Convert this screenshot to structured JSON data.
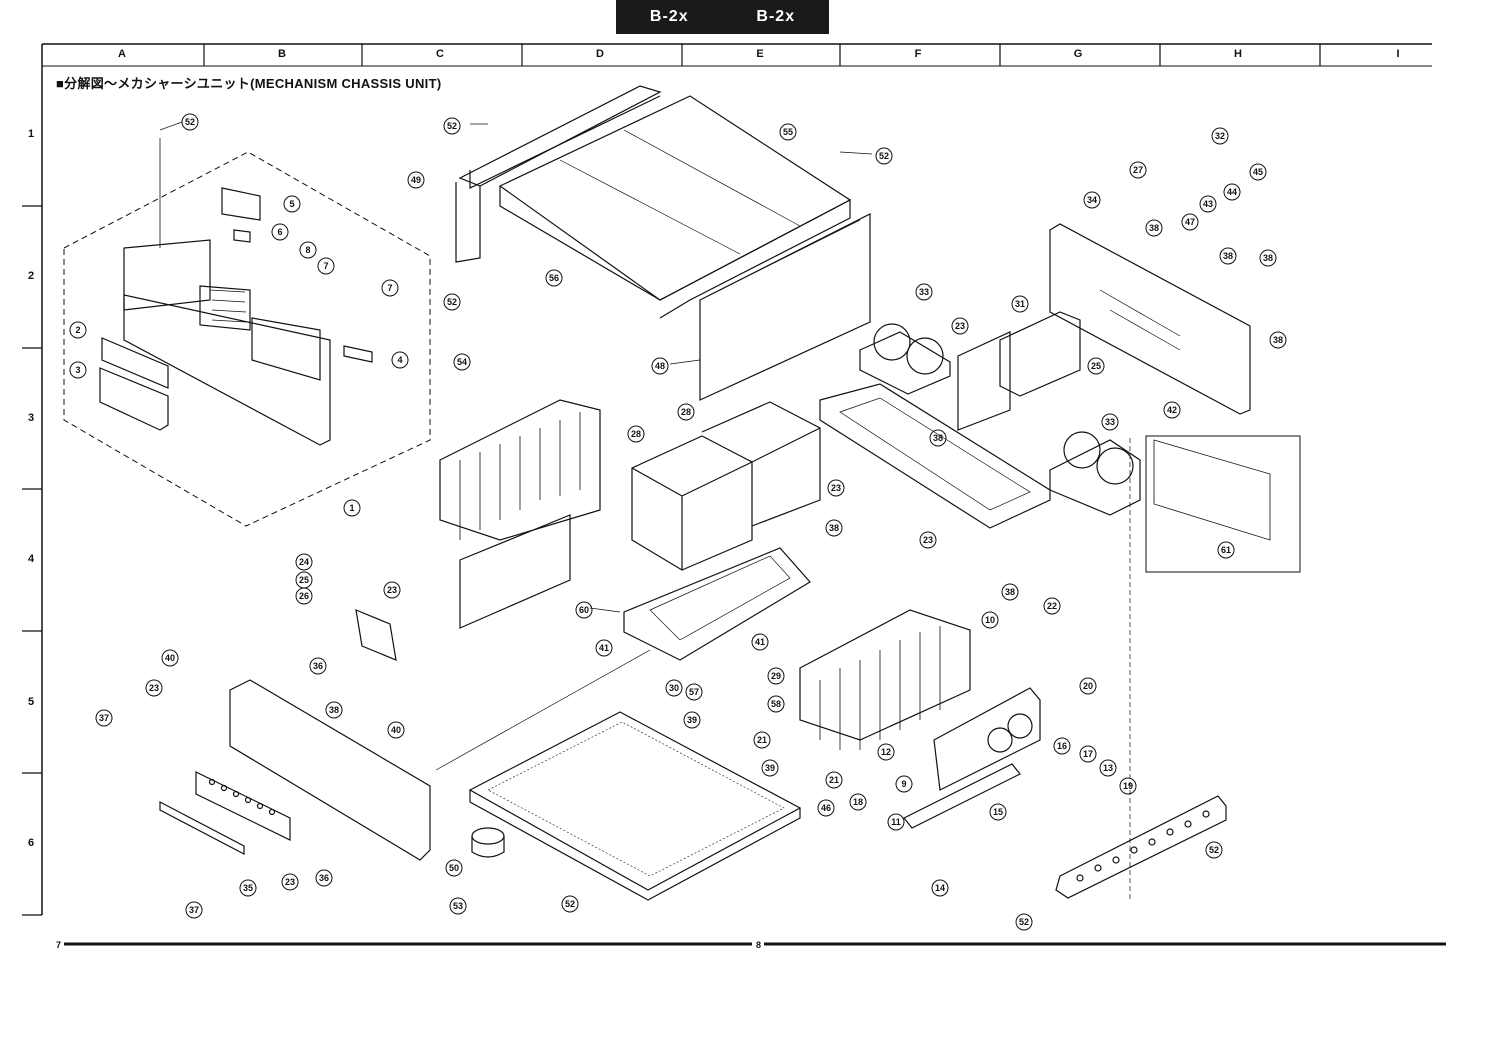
{
  "header": {
    "model_left": "B-2x",
    "model_right": "B-2x"
  },
  "grid": {
    "columns": [
      "A",
      "B",
      "C",
      "D",
      "E",
      "F",
      "G",
      "H",
      "I"
    ],
    "rows": [
      "1",
      "2",
      "3",
      "4",
      "5",
      "6"
    ]
  },
  "diagram": {
    "title": "■分解図〜メカシャーシユニット(MECHANISM CHASSIS UNIT)"
  },
  "footer": {
    "page_left": "7",
    "page_center": "8"
  },
  "callouts": [
    {
      "id": "c52a",
      "label": "52"
    },
    {
      "id": "c5",
      "label": "5"
    },
    {
      "id": "c6",
      "label": "6"
    },
    {
      "id": "c8",
      "label": "8"
    },
    {
      "id": "c7a",
      "label": "7"
    },
    {
      "id": "c7b",
      "label": "7"
    },
    {
      "id": "c2",
      "label": "2"
    },
    {
      "id": "c3",
      "label": "3"
    },
    {
      "id": "c4",
      "label": "4"
    },
    {
      "id": "c1",
      "label": "1"
    },
    {
      "id": "c52b",
      "label": "52"
    },
    {
      "id": "c49",
      "label": "49"
    },
    {
      "id": "c55",
      "label": "55"
    },
    {
      "id": "c52c",
      "label": "52"
    },
    {
      "id": "c56",
      "label": "56"
    },
    {
      "id": "c52d",
      "label": "52"
    },
    {
      "id": "c54",
      "label": "54"
    },
    {
      "id": "c48",
      "label": "48"
    },
    {
      "id": "c32",
      "label": "32"
    },
    {
      "id": "c27",
      "label": "27"
    },
    {
      "id": "c45",
      "label": "45"
    },
    {
      "id": "c34",
      "label": "34"
    },
    {
      "id": "c44",
      "label": "44"
    },
    {
      "id": "c43",
      "label": "43"
    },
    {
      "id": "c47",
      "label": "47"
    },
    {
      "id": "c38a",
      "label": "38"
    },
    {
      "id": "c38b",
      "label": "38"
    },
    {
      "id": "c38c",
      "label": "38"
    },
    {
      "id": "c31",
      "label": "31"
    },
    {
      "id": "c38d",
      "label": "38"
    },
    {
      "id": "c33a",
      "label": "33"
    },
    {
      "id": "c23a",
      "label": "23"
    },
    {
      "id": "c25",
      "label": "25"
    },
    {
      "id": "c28a",
      "label": "28"
    },
    {
      "id": "c28b",
      "label": "28"
    },
    {
      "id": "c38e",
      "label": "38"
    },
    {
      "id": "c42",
      "label": "42"
    },
    {
      "id": "c33b",
      "label": "33"
    },
    {
      "id": "c23b",
      "label": "23"
    },
    {
      "id": "c38f",
      "label": "38"
    },
    {
      "id": "c23c",
      "label": "23"
    },
    {
      "id": "c61",
      "label": "61"
    },
    {
      "id": "c38g",
      "label": "38"
    },
    {
      "id": "c24",
      "label": "24"
    },
    {
      "id": "c25b",
      "label": "25"
    },
    {
      "id": "c26",
      "label": "26"
    },
    {
      "id": "c23d",
      "label": "23"
    },
    {
      "id": "c60",
      "label": "60"
    },
    {
      "id": "c10",
      "label": "10"
    },
    {
      "id": "c22",
      "label": "22"
    },
    {
      "id": "c41a",
      "label": "41"
    },
    {
      "id": "c41b",
      "label": "41"
    },
    {
      "id": "c40a",
      "label": "40"
    },
    {
      "id": "c36",
      "label": "36"
    },
    {
      "id": "c30",
      "label": "30"
    },
    {
      "id": "c29",
      "label": "29"
    },
    {
      "id": "c57",
      "label": "57"
    },
    {
      "id": "c58",
      "label": "58"
    },
    {
      "id": "c20",
      "label": "20"
    },
    {
      "id": "c23e",
      "label": "23"
    },
    {
      "id": "c37a",
      "label": "37"
    },
    {
      "id": "c38h",
      "label": "38"
    },
    {
      "id": "c40b",
      "label": "40"
    },
    {
      "id": "c39a",
      "label": "39"
    },
    {
      "id": "c21a",
      "label": "21"
    },
    {
      "id": "c12",
      "label": "12"
    },
    {
      "id": "c39b",
      "label": "39"
    },
    {
      "id": "c21b",
      "label": "21"
    },
    {
      "id": "c9",
      "label": "9"
    },
    {
      "id": "c16",
      "label": "16"
    },
    {
      "id": "c17",
      "label": "17"
    },
    {
      "id": "c13",
      "label": "13"
    },
    {
      "id": "c18",
      "label": "18"
    },
    {
      "id": "c46",
      "label": "46"
    },
    {
      "id": "c19",
      "label": "19"
    },
    {
      "id": "c11",
      "label": "11"
    },
    {
      "id": "c15",
      "label": "15"
    },
    {
      "id": "c52e",
      "label": "52"
    },
    {
      "id": "c35",
      "label": "35"
    },
    {
      "id": "c23f",
      "label": "23"
    },
    {
      "id": "c36b",
      "label": "36"
    },
    {
      "id": "c50",
      "label": "50"
    },
    {
      "id": "c14",
      "label": "14"
    },
    {
      "id": "c37b",
      "label": "37"
    },
    {
      "id": "c53",
      "label": "53"
    },
    {
      "id": "c52f",
      "label": "52"
    },
    {
      "id": "c52g",
      "label": "52"
    }
  ]
}
